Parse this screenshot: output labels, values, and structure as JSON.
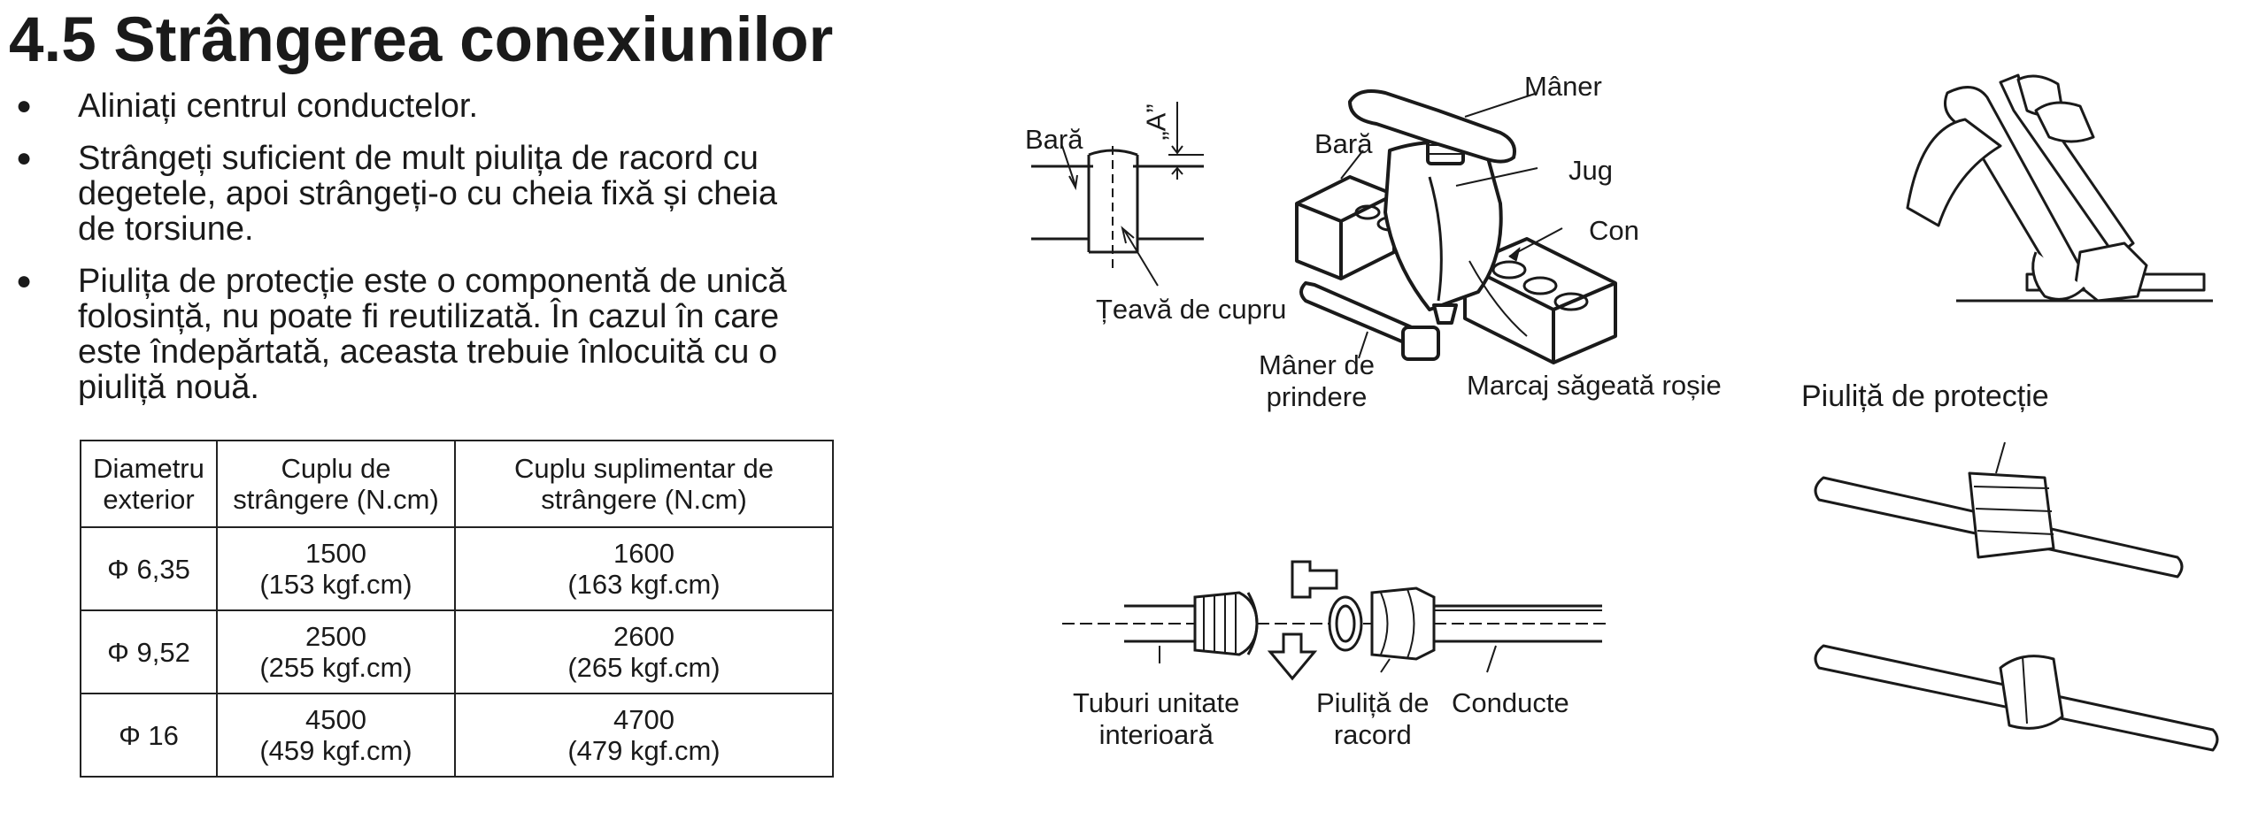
{
  "heading": "4.5 Strângerea conexiunilor",
  "bullets": [
    "Aliniați centrul conductelor.",
    "Strângeți suficient de mult piulița de racord cu degetele, apoi strângeți-o cu cheia fixă și cheia de torsiune.",
    "Piulița de protecție este o componentă de unică folosință, nu poate fi reutilizată. În cazul în care este îndepărtată, aceasta trebuie înlocuită cu o piuliță nouă."
  ],
  "table": {
    "headers": [
      [
        "Diametru",
        "exterior"
      ],
      [
        "Cuplu de",
        "strângere (N.cm)"
      ],
      [
        "Cuplu suplimentar de",
        "strângere (N.cm)"
      ]
    ],
    "rows": [
      {
        "diameter": "Φ 6,35",
        "torque": [
          "1500",
          "(153 kgf.cm)"
        ],
        "extra": [
          "1600",
          "(163 kgf.cm)"
        ]
      },
      {
        "diameter": "Φ 9,52",
        "torque": [
          "2500",
          "(255 kgf.cm)"
        ],
        "extra": [
          "2600",
          "(265 kgf.cm)"
        ]
      },
      {
        "diameter": "Φ 16",
        "torque": [
          "4500",
          "(459 kgf.cm)"
        ],
        "extra": [
          "4700",
          "(479 kgf.cm)"
        ]
      }
    ]
  },
  "flare_labels": {
    "bar_left": "Bară",
    "a_mark": "„A”",
    "copper_pipe": "Țeavă de cupru",
    "bar_tool": "Bară",
    "handle": "Mâner",
    "yoke": "Jug",
    "cone": "Con",
    "clamp_handle": [
      "Mâner de",
      "prindere"
    ],
    "red_arrow": "Marcaj săgeată roșie"
  },
  "connection_labels": {
    "indoor_tubes": [
      "Tuburi unitate",
      "interioară"
    ],
    "flare_nut": [
      "Piuliță de",
      "racord"
    ],
    "pipes": "Conducte"
  },
  "protection_label": "Piuliță de protecție"
}
